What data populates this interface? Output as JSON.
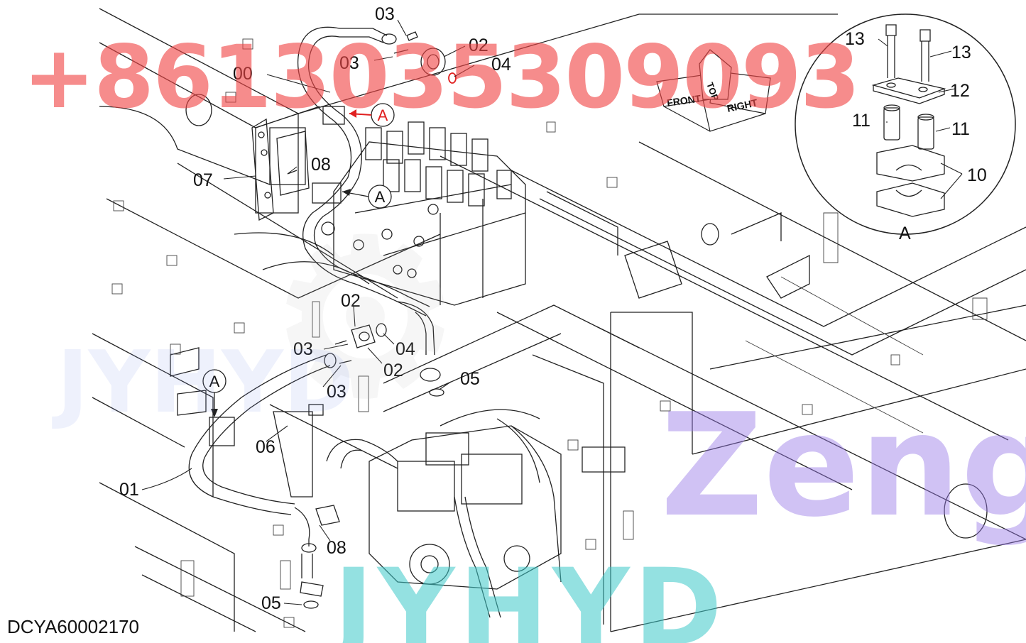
{
  "drawing_code": "DCYA60002170",
  "watermarks": {
    "phone": "+8613035309093",
    "name": "Zeng",
    "brand": "JYHYD"
  },
  "orientation_cube": {
    "front": "FRONT",
    "top": "TOP",
    "right": "RIGHT"
  },
  "callouts": [
    "00",
    "01",
    "02",
    "02",
    "02",
    "03",
    "03",
    "03",
    "03",
    "04",
    "04",
    "05",
    "05",
    "06",
    "07",
    "08",
    "08",
    "10",
    "11",
    "11",
    "12",
    "13",
    "13"
  ],
  "detail_marker": "A",
  "detail_view_label": "A",
  "colors": {
    "phone_watermark": "#f04646",
    "name_watermark": "#9678e6",
    "brand_watermark": "#3cc8c8",
    "marker_red": "#e02020"
  }
}
